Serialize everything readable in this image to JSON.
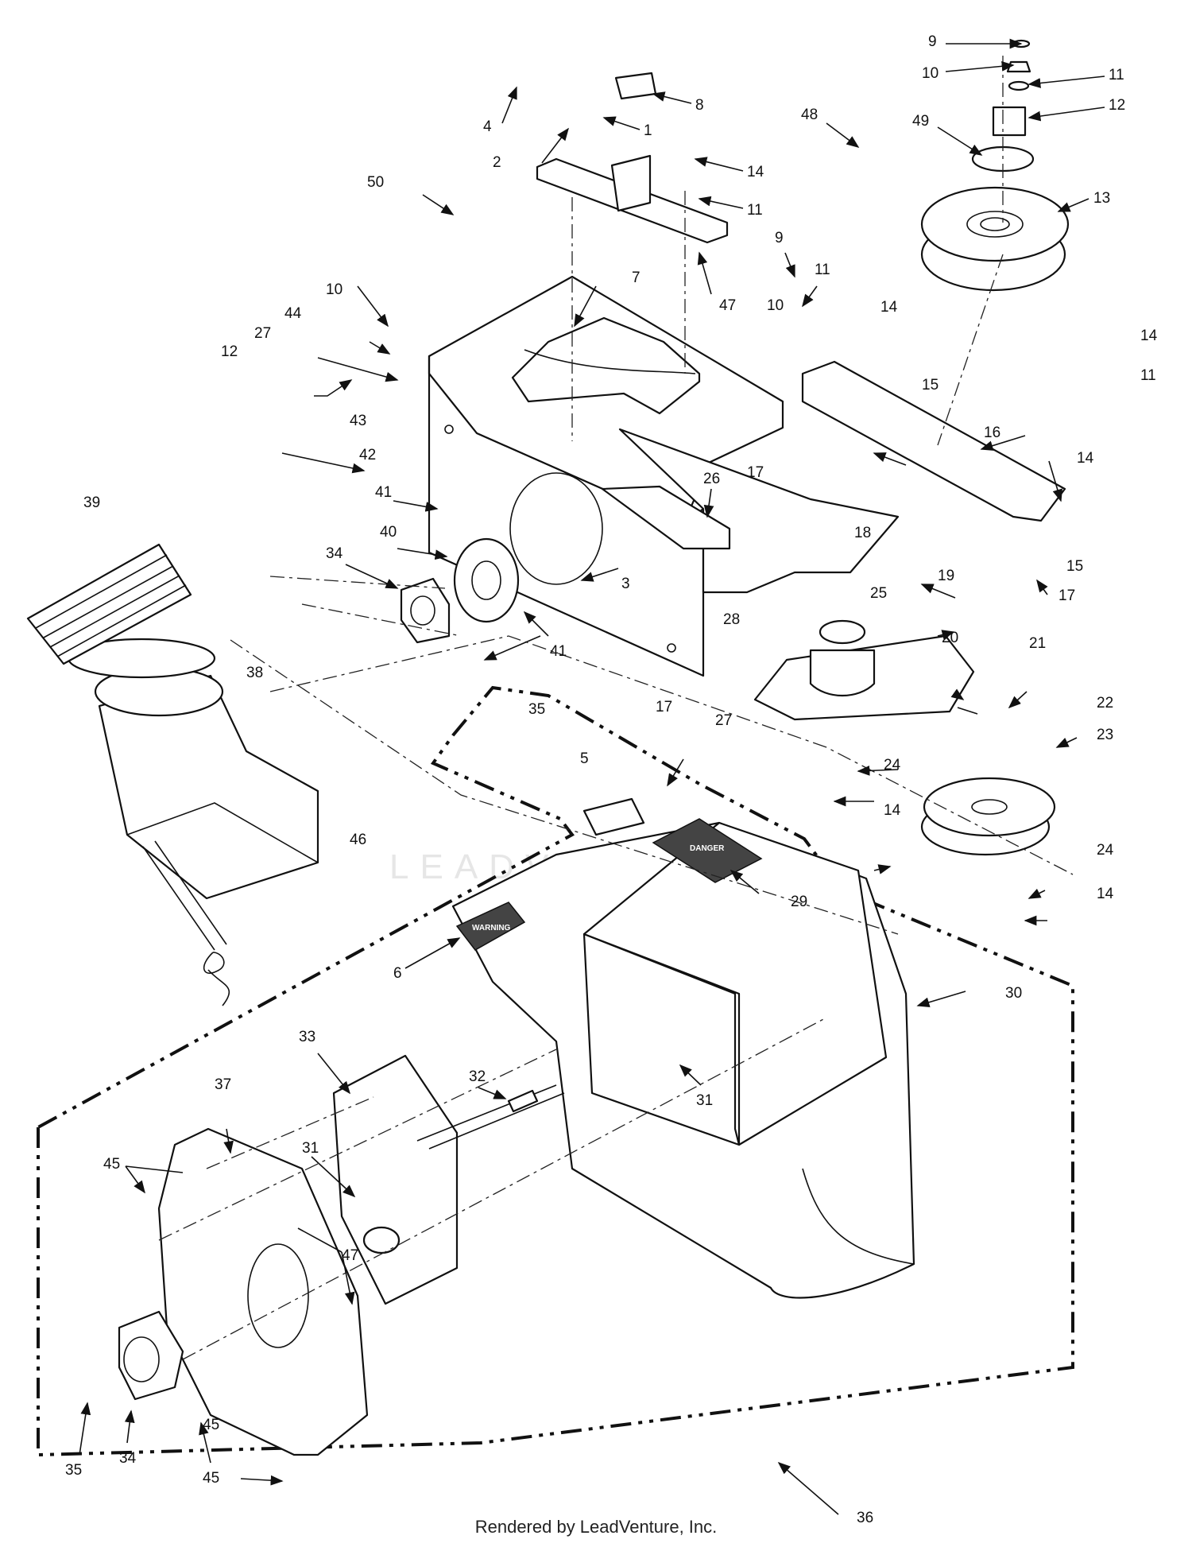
{
  "watermark": "LEADVENTURE",
  "footer": "Rendered by LeadVenture, Inc.",
  "decal_texts": [
    "DANGER",
    "WARNING"
  ],
  "callouts": [
    "1",
    "2",
    "3",
    "4",
    "5",
    "6",
    "7",
    "8",
    "9",
    "10",
    "11",
    "12",
    "13",
    "14",
    "15",
    "16",
    "17",
    "18",
    "19",
    "20",
    "21",
    "22",
    "23",
    "24",
    "25",
    "26",
    "27",
    "28",
    "29",
    "30",
    "31",
    "32",
    "33",
    "34",
    "35",
    "36",
    "37",
    "38",
    "39",
    "40",
    "41",
    "42",
    "43",
    "44",
    "45",
    "46",
    "47",
    "48",
    "49",
    "50"
  ]
}
